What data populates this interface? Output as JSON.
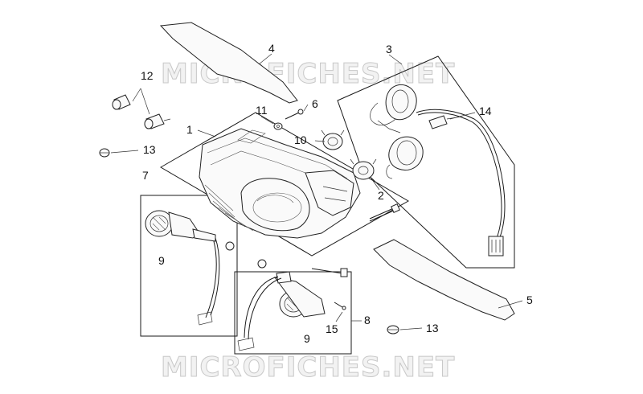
{
  "watermark": "MICROFICHES.NET",
  "callouts": {
    "c1": "1",
    "c2": "2",
    "c3": "3",
    "c4": "4",
    "c5": "5",
    "c6": "6",
    "c7": "7",
    "c8": "8",
    "c9a": "9",
    "c9b": "9",
    "c10": "10",
    "c11": "11",
    "c12": "12",
    "c13a": "13",
    "c13b": "13",
    "c14": "14",
    "c15": "15"
  }
}
